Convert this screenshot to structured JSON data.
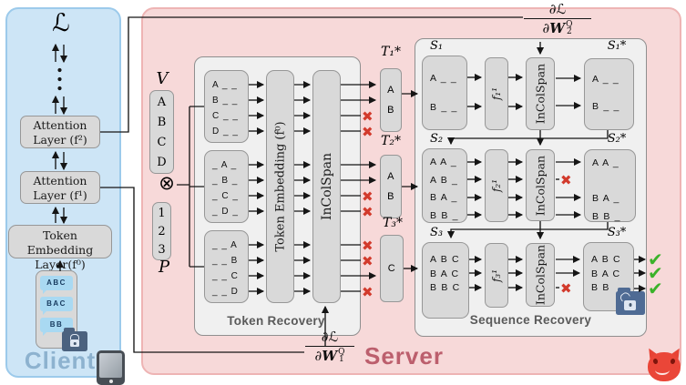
{
  "marks": {
    "cross": "✖",
    "check": "✔",
    "otimes": "⊗"
  },
  "client": {
    "title": "Client",
    "loss_symbol": "ℒ",
    "attention2": {
      "l1": "Attention",
      "l2": "Layer (f²)"
    },
    "attention1": {
      "l1": "Attention",
      "l2": "Layer (f¹)"
    },
    "embedding": {
      "l1": "Token Embedding",
      "l2": "Layer(f⁰)"
    },
    "messages": [
      "ABC",
      "BAC",
      "BB"
    ]
  },
  "server": {
    "title": "Server",
    "grad_top": {
      "num": "∂ℒ",
      "dpar": "∂",
      "dw": "W",
      "sup": "Q",
      "sub": "2"
    },
    "grad_bottom": {
      "num": "∂ℒ",
      "dpar": "∂",
      "dw": "W",
      "sup": "Q",
      "sub": "1"
    },
    "token_recovery": {
      "label": "Token Recovery",
      "vocab_symbol": "V",
      "vocab": [
        "A",
        "B",
        "C",
        "D"
      ],
      "position_symbol": "P",
      "positions": [
        "1",
        "2",
        "3"
      ],
      "candidates": [
        [
          "A _ _",
          "B _ _",
          "C _ _",
          "D _ _"
        ],
        [
          "_ A _",
          "_ B _",
          "_ C _",
          "_ D _"
        ],
        [
          "_ _ A",
          "_ _ B",
          "_ _ C",
          "_ _ D"
        ]
      ],
      "embedding_label": "Token Embedding (f⁰)",
      "incolspan_label": "InColSpan",
      "results": [
        {
          "label": "T₁*",
          "tokens": [
            "A",
            "B"
          ]
        },
        {
          "label": "T₂*",
          "tokens": [
            "A",
            "B"
          ]
        },
        {
          "label": "T₃*",
          "tokens": [
            "C"
          ]
        }
      ]
    },
    "sequence_recovery": {
      "label": "Sequence Recovery",
      "incolspan_label": "InColSpan",
      "rows": [
        {
          "in_label": "S₁",
          "fn_label": "f₁¹",
          "out_label": "S₁*",
          "inputs": [
            "A _ _",
            "B _ _"
          ],
          "outputs": [
            "A _ _",
            "B _ _"
          ]
        },
        {
          "in_label": "S₂",
          "fn_label": "f₂¹",
          "out_label": "S₂*",
          "inputs": [
            "A A _",
            "A B _",
            "B A _",
            "B B _"
          ],
          "outputs": [
            "A A _",
            "B A _",
            "B B _"
          ]
        },
        {
          "in_label": "S₃",
          "fn_label": "f₃¹",
          "out_label": "S₃*",
          "inputs": [
            "A B C",
            "B A C",
            "B B C"
          ],
          "outputs": [
            "A B C",
            "B A C",
            "B B"
          ]
        }
      ]
    }
  }
}
